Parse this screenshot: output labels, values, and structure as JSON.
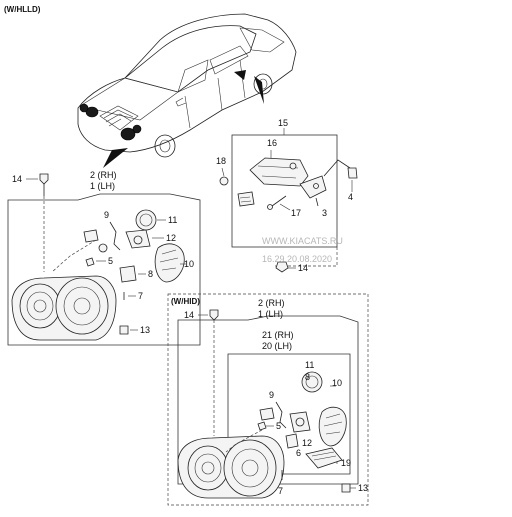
{
  "variant_hlld": "(W/HLLD)",
  "variant_hid": "(W/HID)",
  "watermark": {
    "line1": "WWW.KIACATS.RU",
    "line2": "16.29.20.08.2020"
  },
  "callouts": {
    "c15": "15",
    "c16": "16",
    "c18": "18",
    "c17": "17",
    "c3": "3",
    "c4": "4",
    "c14a": "14",
    "c14b": "14",
    "c14c": "14",
    "rh_top": "2 (RH)",
    "lh_top": "1 (LH)",
    "c9a": "9",
    "c11a": "11",
    "c12a": "12",
    "c10a": "10",
    "c5a": "5",
    "c8a": "8",
    "c7a": "7",
    "c13a": "13",
    "rh_bot": "2 (RH)",
    "lh_bot": "1 (LH)",
    "rh21": "21 (RH)",
    "lh20": "20 (LH)",
    "c11b": "11",
    "c8b": "8",
    "c9b": "9",
    "c10b": "10",
    "c5b": "5",
    "c12b": "12",
    "c6": "6",
    "c19": "19",
    "c7b": "7",
    "c13b": "13"
  }
}
